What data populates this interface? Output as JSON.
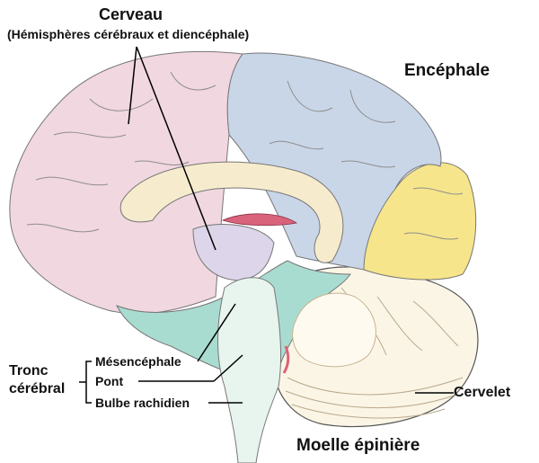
{
  "labels": {
    "cerveau": "Cerveau",
    "cerveau_detail": "(Hémisphères cérébraux et diencéphale)",
    "encephale": "Encéphale",
    "tronc_line1": "Tronc",
    "tronc_line2": "cérébral",
    "mesencephale": "Mésencéphale",
    "pont": "Pont",
    "bulbe": "Bulbe rachidien",
    "cervelet": "Cervelet",
    "moelle": "Moelle épinière"
  },
  "colors": {
    "cerveau_pink": "#f1d7df",
    "parietal_blue": "#c9d6e8",
    "occipital_yellow": "#f6e58b",
    "brainstem_teal": "#a9dcd1",
    "cerebellum_white": "#fbf5e6",
    "corpus_callosum": "#f6eccd",
    "diencephalon_lilac": "#ddd6ea",
    "choroid_red": "#d9637b",
    "outline": "#555555"
  }
}
